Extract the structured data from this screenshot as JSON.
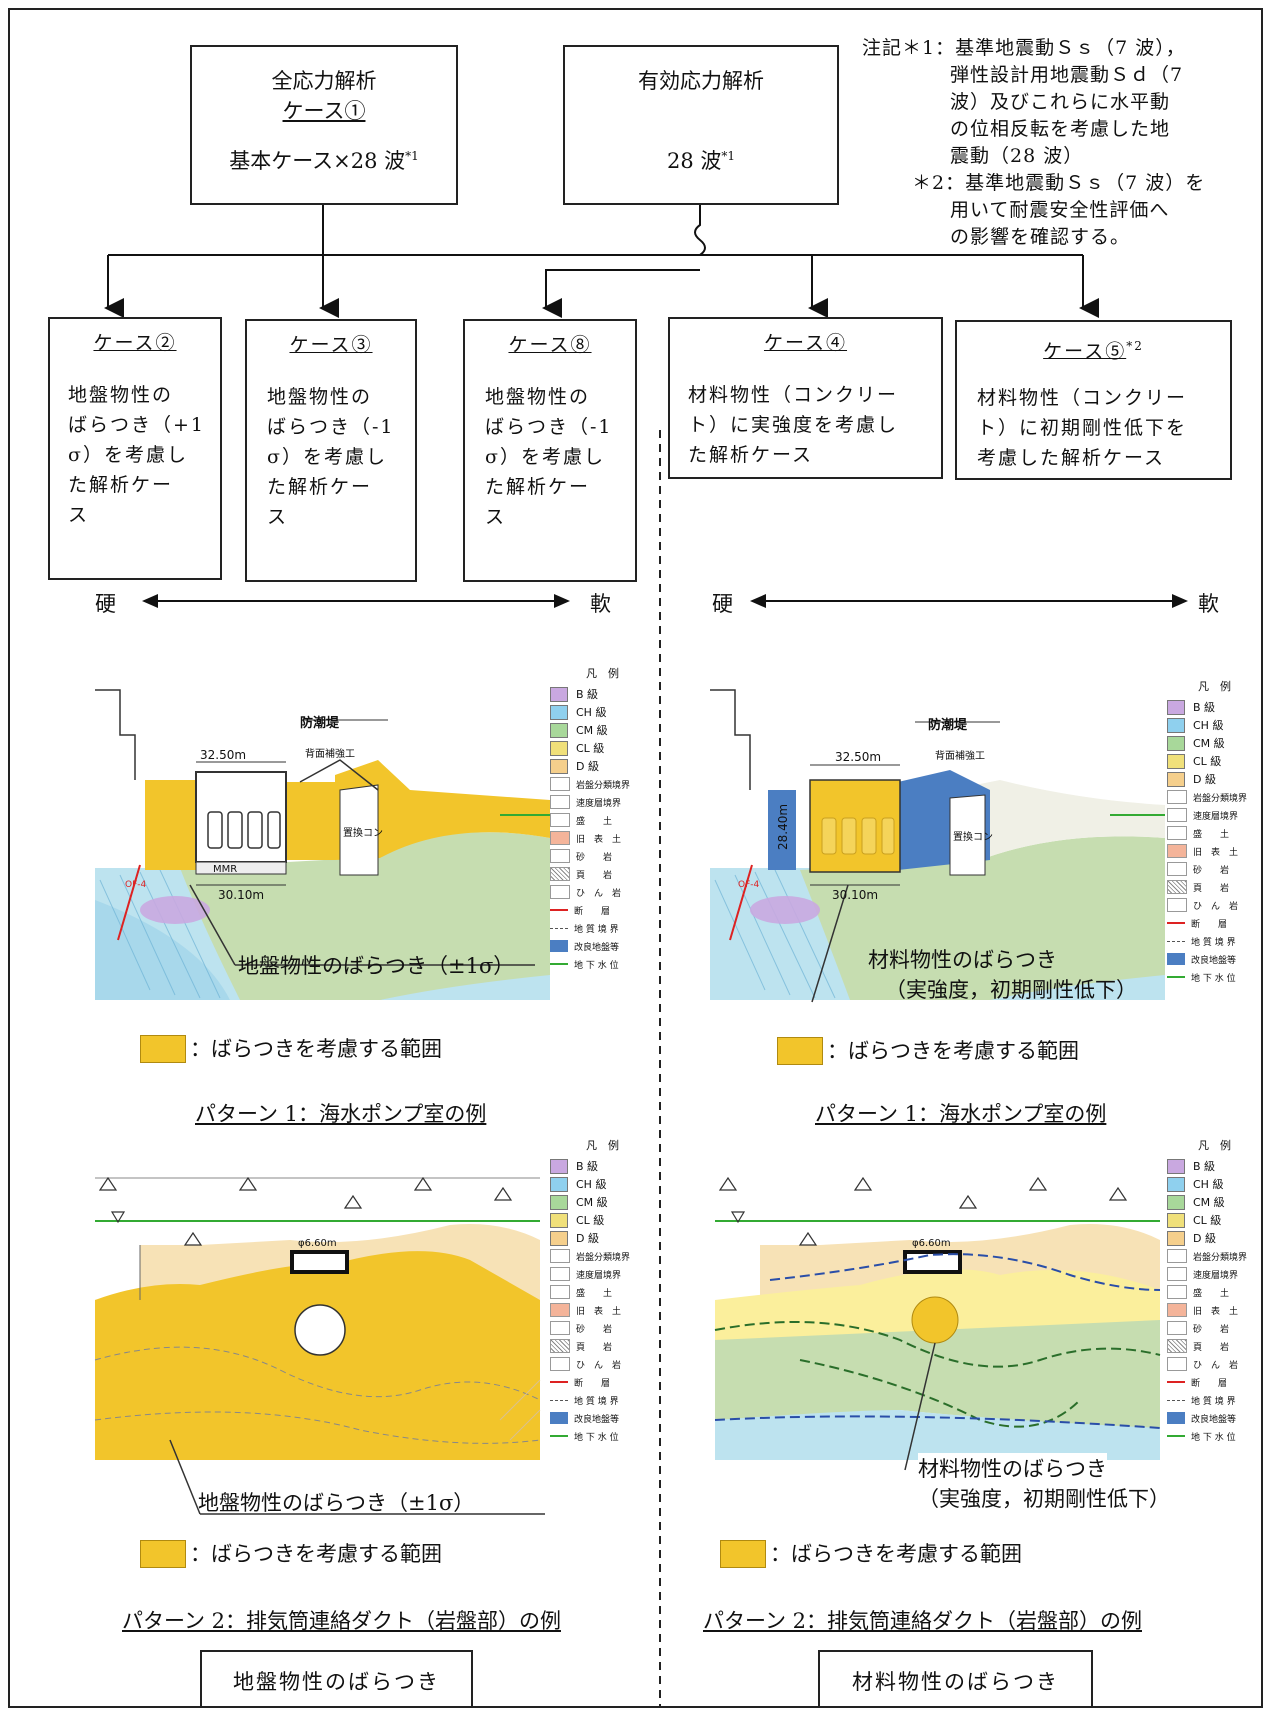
{
  "top_boxes": {
    "total": {
      "title": "全応力解析",
      "case": "ケース①",
      "text": "基本ケース×28 波",
      "sup": "*1"
    },
    "effective": {
      "title": "有効応力解析",
      "text": "28 波",
      "sup": "*1"
    }
  },
  "notes": [
    "注記＊1：基準地震動Ｓｓ（7 波），",
    "弾性設計用地震動Ｓｄ（7",
    "波）及びこれらに水平動",
    "の位相反転を考慮した地",
    "震動（28 波）",
    "＊2：基準地震動Ｓｓ（7 波）を",
    "用いて耐震安全性評価へ",
    "の影響を確認する。"
  ],
  "cases": [
    {
      "title": "ケース②",
      "lines": [
        "地盤物性の",
        "ばらつき（+1",
        "σ）を考慮し",
        "た解析ケー",
        "ス"
      ]
    },
    {
      "title": "ケース③",
      "lines": [
        "地盤物性の",
        "ばらつき（-1",
        "σ）を考慮し",
        "た解析ケー",
        "ス"
      ]
    },
    {
      "title": "ケース⑧",
      "lines": [
        "地盤物性の",
        "ばらつき（-1",
        "σ）を考慮し",
        "た解析ケー",
        "ス"
      ]
    },
    {
      "title": "ケース④",
      "lines": [
        "材料物性（コンクリー",
        "ト）に実強度を考慮し",
        "た解析ケース"
      ]
    },
    {
      "title": "ケース⑤",
      "sup": "*2",
      "lines": [
        "材料物性（コンクリー",
        "ト）に初期剛性低下を",
        "考慮した解析ケース"
      ]
    }
  ],
  "arrow_labels": {
    "hard": "硬",
    "soft": "軟"
  },
  "figures": {
    "left_callout_1": "地盤物性のばらつき（±1σ）",
    "right_callout_1a": "材料物性のばらつき",
    "right_callout_1b": "（実強度，初期剛性低下）",
    "left_callout_2": "地盤物性のばらつき（±1σ）",
    "right_callout_2a": "材料物性のばらつき",
    "right_callout_2b": "（実強度，初期剛性低下）",
    "range_label": "：ばらつきを考慮する範囲",
    "pattern1": "パターン 1：海水ポンプ室の例",
    "pattern2": "パターン 2：排気筒連絡ダクト（岩盤部）の例",
    "dim_width_1": "32.50m",
    "dim_width_2": "30.10m",
    "dim_height": "28.40m",
    "seawall": "防潮堤",
    "back_fill": "背面補強工",
    "replacement": "置換コン",
    "mmr": "MMR",
    "diameter": "φ6.60m",
    "fault": "OF-4"
  },
  "legend": {
    "title": "凡　例",
    "rock_classes": [
      {
        "code": "B",
        "label": "B 級",
        "color": "#c9a8e0"
      },
      {
        "code": "CH",
        "label": "CH 級",
        "color": "#8fd0ee"
      },
      {
        "code": "CM",
        "label": "CM 級",
        "color": "#a8d89a"
      },
      {
        "code": "CL",
        "label": "CL 級",
        "color": "#f0e07a"
      },
      {
        "code": "D",
        "label": "D 級",
        "color": "#f5cf8c"
      }
    ],
    "items": [
      "岩盤分類境界",
      "速度層境界",
      "盛　　土",
      "旧　表　土",
      "砂　　岩",
      "頁　　岩",
      "ひ　ん　岩",
      "断　　層",
      "地 質 境 界",
      "改良地盤等",
      "地 下 水 位"
    ]
  },
  "bottom_boxes": {
    "left": "地盤物性のばらつき",
    "right": "材料物性のばらつき"
  },
  "colors": {
    "variation": "#f2c52b",
    "ground_green": "#c6ddb0",
    "ground_blue": "#bde3ef",
    "improved": "#4b7ec2"
  }
}
